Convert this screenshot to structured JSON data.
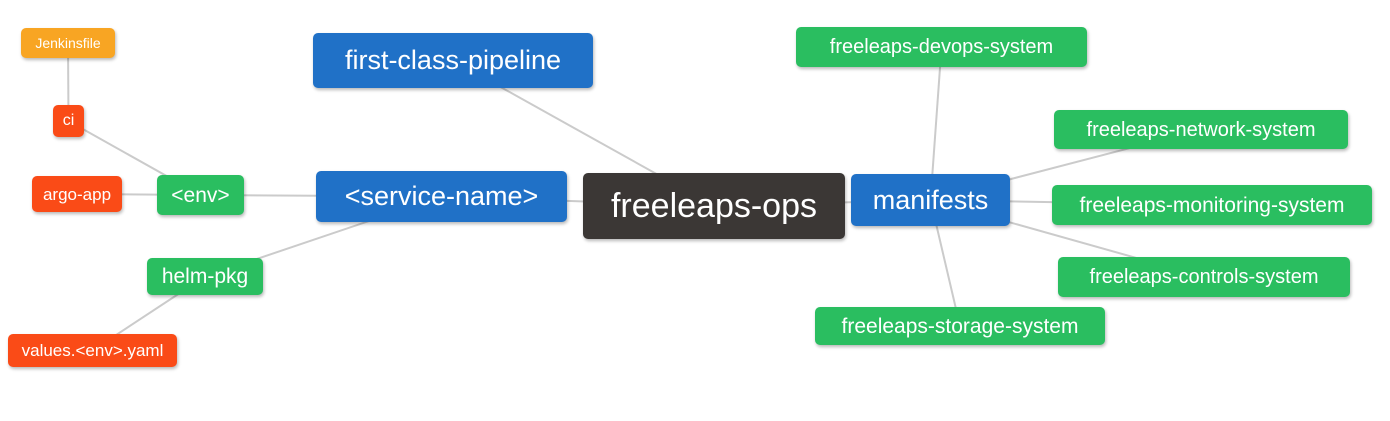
{
  "palette": {
    "background": "#FFFFFF",
    "text": "#FFFFFF",
    "blue": "#2071C7",
    "green": "#2ABE60",
    "orange": "#F8A523",
    "red": "#FA4B17",
    "dark": "#3B3735",
    "edge": "#CBCBCB"
  },
  "mindmap": {
    "nodes": {
      "jenkinsfile": {
        "label": "Jenkinsfile",
        "color": "orange"
      },
      "ci": {
        "label": "ci",
        "color": "red"
      },
      "argo_app": {
        "label": "argo-app",
        "color": "red"
      },
      "env": {
        "label": "<env>",
        "color": "green"
      },
      "helm_pkg": {
        "label": "helm-pkg",
        "color": "green"
      },
      "values_env_yaml": {
        "label": "values.<env>.yaml",
        "color": "red"
      },
      "first_class_pipeline": {
        "label": "first-class-pipeline",
        "color": "blue"
      },
      "service_name": {
        "label": "<service-name>",
        "color": "blue"
      },
      "freeleaps_ops": {
        "label": "freeleaps-ops",
        "color": "dark"
      },
      "manifests": {
        "label": "manifests",
        "color": "blue"
      },
      "devops_system": {
        "label": "freeleaps-devops-system",
        "color": "green"
      },
      "network_system": {
        "label": "freeleaps-network-system",
        "color": "green"
      },
      "monitoring_system": {
        "label": "freeleaps-monitoring-system",
        "color": "green"
      },
      "controls_system": {
        "label": "freeleaps-controls-system",
        "color": "green"
      },
      "storage_system": {
        "label": "freeleaps-storage-system",
        "color": "green"
      }
    },
    "edges": [
      [
        "jenkinsfile",
        "ci"
      ],
      [
        "ci",
        "env"
      ],
      [
        "argo_app",
        "env"
      ],
      [
        "env",
        "service_name"
      ],
      [
        "helm_pkg",
        "service_name"
      ],
      [
        "values_env_yaml",
        "helm_pkg"
      ],
      [
        "first_class_pipeline",
        "freeleaps_ops"
      ],
      [
        "service_name",
        "freeleaps_ops"
      ],
      [
        "freeleaps_ops",
        "manifests"
      ],
      [
        "manifests",
        "devops_system"
      ],
      [
        "manifests",
        "network_system"
      ],
      [
        "manifests",
        "monitoring_system"
      ],
      [
        "manifests",
        "controls_system"
      ],
      [
        "manifests",
        "storage_system"
      ]
    ]
  }
}
